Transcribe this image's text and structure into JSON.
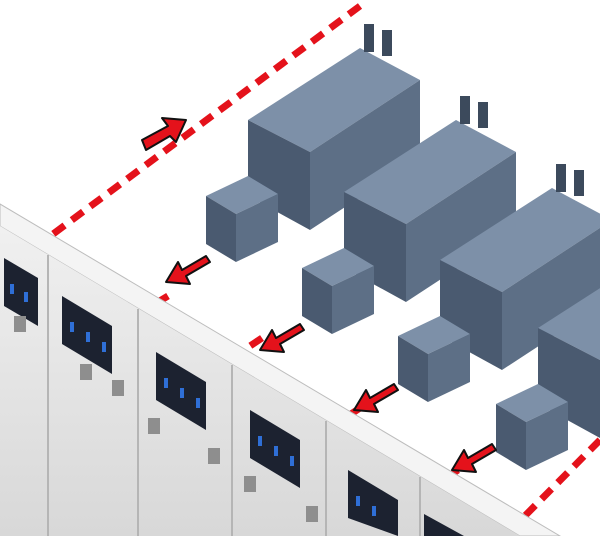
{
  "illustration": {
    "subject": "isometric-engine-room",
    "genset_count": 4,
    "switchgear_cabinet_count": 6,
    "flow_arrow_count": 5,
    "colors": {
      "background": "#ffffff",
      "engine_body": "#5d6f86",
      "engine_shadow": "#3c4a5c",
      "engine_highlight": "#7d90a8",
      "cabinet_face": "#e6e6e6",
      "cabinet_top": "#f4f4f4",
      "cabinet_side": "#c9c9c9",
      "breaker_dark": "#1c2230",
      "breaker_accent": "#2f6fd6",
      "dashed_line": "#e4121b",
      "arrow_fill": "#e4121b",
      "arrow_outline": "#111111"
    }
  }
}
